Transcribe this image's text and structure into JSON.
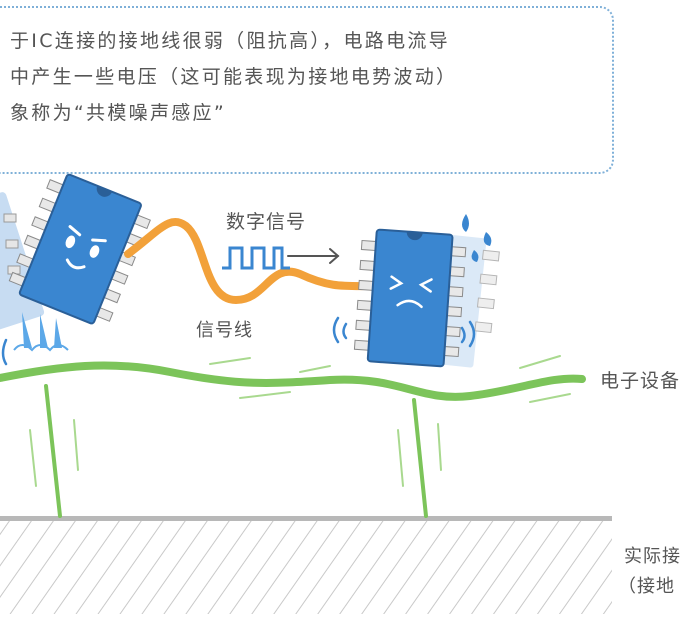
{
  "note": {
    "lines": [
      "于IC连接的接地线很弱（阻抗高），电路电流导",
      "中产生一些电压（这可能表现为接地电势波动）",
      "象称为“共模噪声感应”"
    ]
  },
  "labels": {
    "digital_signal": "数字信号",
    "signal_wire": "信号线",
    "device_ground": "电子设备",
    "actual_ground_1": "实际接",
    "actual_ground_2": "（接地"
  },
  "colors": {
    "chip_blue": "#3a86d0",
    "wire_orange": "#f2a13a",
    "ground_green": "#7cc45a",
    "hatch_gray": "#cfcfcf",
    "note_border": "#7fb0d8"
  }
}
